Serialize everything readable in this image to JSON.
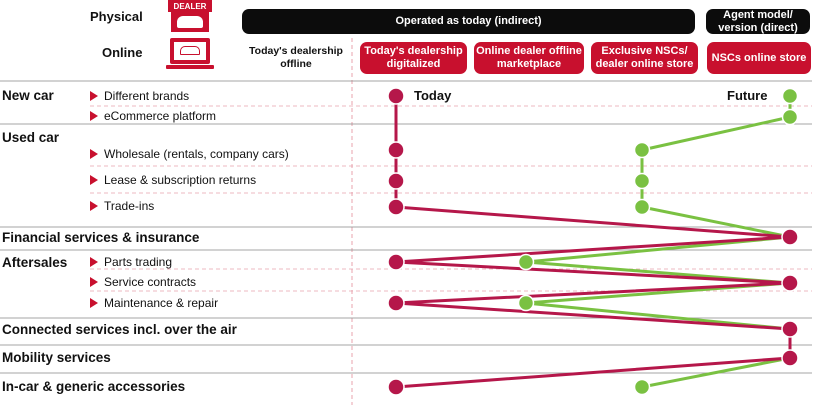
{
  "channels": {
    "physical_label": "Physical",
    "online_label": "Online",
    "dealer_sign": "DEALER"
  },
  "groups": {
    "indirect": "Operated as today (indirect)",
    "direct": "Agent model/ version (direct)"
  },
  "columns": [
    {
      "label": "Today's dealership offline",
      "style": "plain"
    },
    {
      "label": "Today's dealership digitalized",
      "style": "red"
    },
    {
      "label": "Online dealer offline marketplace",
      "style": "red"
    },
    {
      "label": "Exclusive NSCs/ dealer online store",
      "style": "red"
    },
    {
      "label": "NSCs online store",
      "style": "red"
    }
  ],
  "markers": {
    "today": "Today",
    "future": "Future"
  },
  "categories": [
    {
      "label": "New car",
      "items": [
        "Different brands",
        "eCommerce platform"
      ]
    },
    {
      "label": "Used car",
      "items": [
        "Wholesale (rentals, company cars)",
        "Lease & subscription returns",
        "Trade-ins"
      ]
    },
    {
      "label": "Financial services & insurance",
      "items": []
    },
    {
      "label": "Aftersales",
      "items": [
        "Parts trading",
        "Service contracts",
        "Maintenance & repair"
      ]
    },
    {
      "label": "Connected services incl. over the air",
      "items": []
    },
    {
      "label": "Mobility services",
      "items": []
    },
    {
      "label": "In-car & generic accessories",
      "items": []
    }
  ],
  "colors": {
    "today": "#b5174a",
    "future": "#7ac142",
    "accent": "#c8102e",
    "dark": "#0c0c0c"
  },
  "chart_data": {
    "type": "line",
    "rows": [
      "Different brands",
      "eCommerce platform",
      "Wholesale (rentals, company cars)",
      "Lease & subscription returns",
      "Trade-ins",
      "Financial services & insurance",
      "Parts trading",
      "Service contracts",
      "Maintenance & repair",
      "Connected services incl. over the air",
      "Mobility services",
      "In-car & generic accessories"
    ],
    "series": [
      {
        "name": "Today",
        "values": [
          1,
          null,
          1,
          1,
          1,
          4,
          1,
          4,
          1,
          4,
          4,
          1
        ]
      },
      {
        "name": "Future",
        "values": [
          4,
          4,
          3,
          3,
          3,
          4,
          2,
          4,
          2,
          4,
          4,
          3
        ]
      }
    ]
  }
}
